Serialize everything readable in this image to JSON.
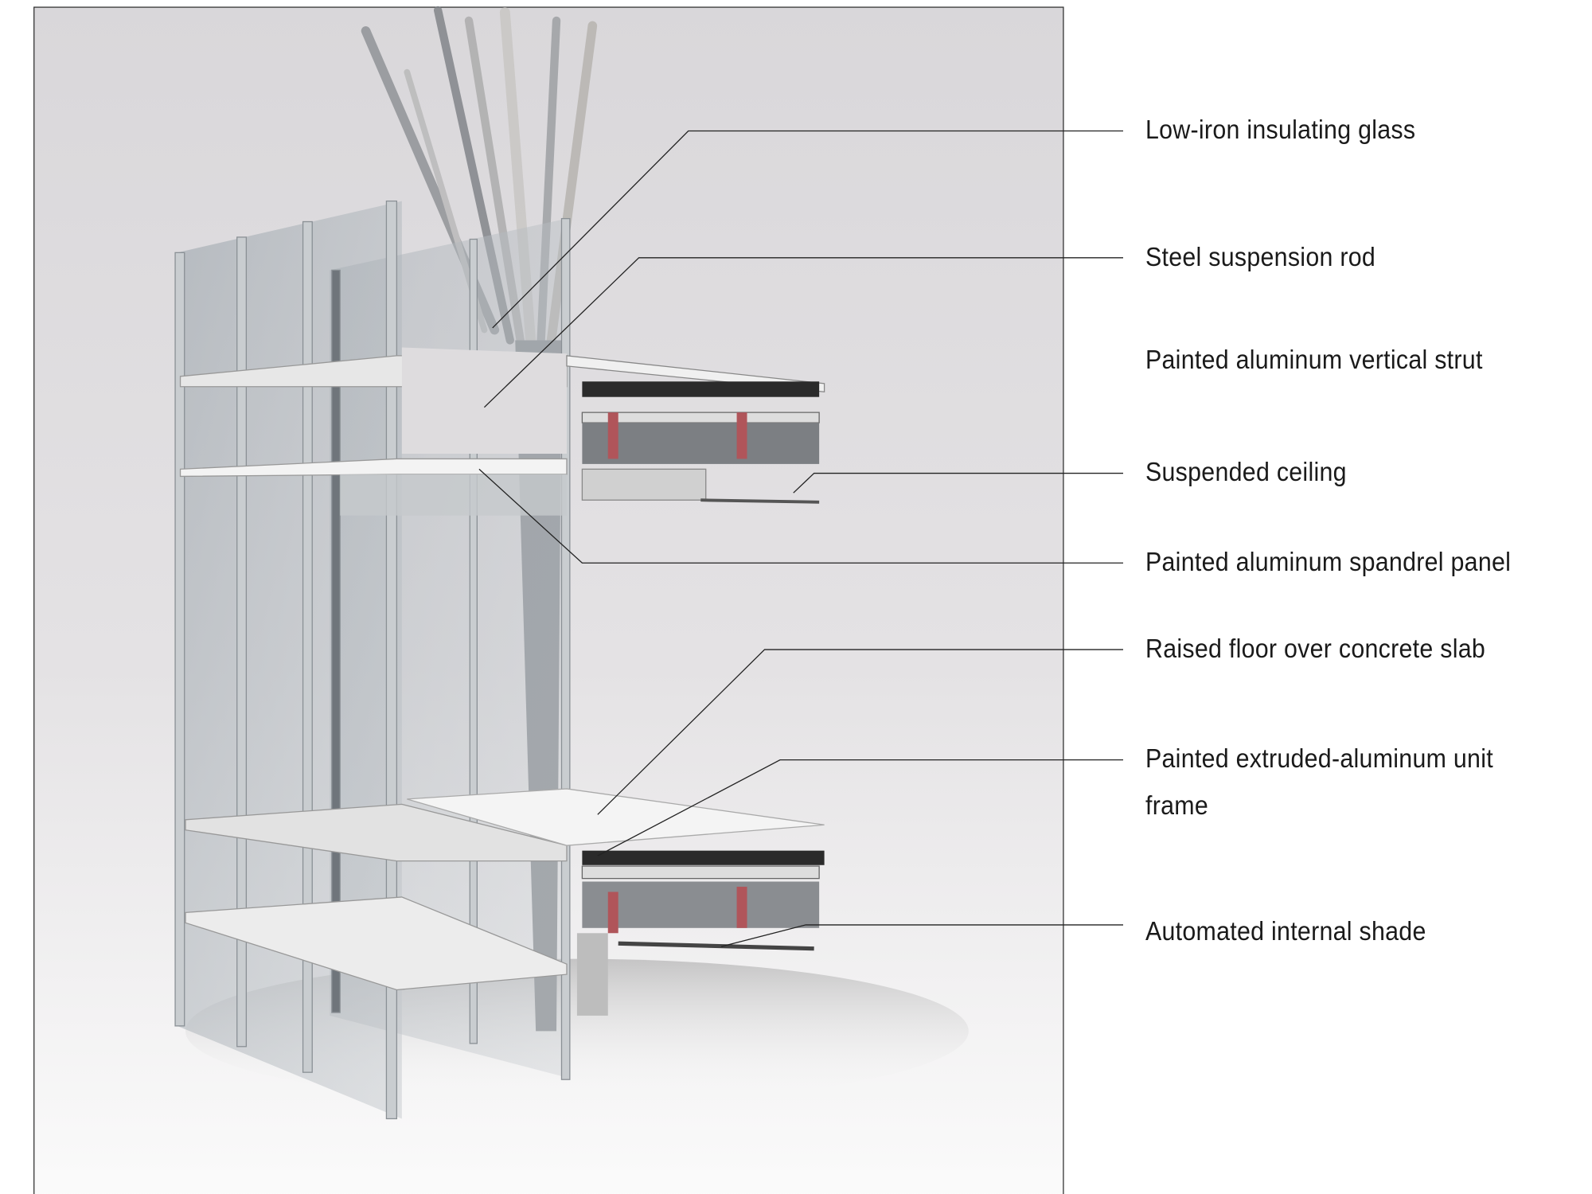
{
  "title": "Curtain wall section diagram",
  "labels": [
    {
      "id": "low-iron-glass",
      "text": "Low-iron insulating glass"
    },
    {
      "id": "suspension-rod",
      "text": "Steel suspension rod"
    },
    {
      "id": "vertical-strut",
      "text": "Painted aluminum vertical strut"
    },
    {
      "id": "suspended-ceiling",
      "text": "Suspended ceiling"
    },
    {
      "id": "spandrel-panel",
      "text": "Painted aluminum spandrel panel"
    },
    {
      "id": "raised-floor",
      "text": "Raised floor over concrete slab"
    },
    {
      "id": "unit-frame",
      "text": "Painted extruded-aluminum unit",
      "text2": "frame"
    },
    {
      "id": "internal-shade",
      "text": "Automated internal shade"
    }
  ],
  "colors": {
    "leader": "#222222",
    "frame": "#333333",
    "glass": "#9aa3ab",
    "slab": "#eeeeee",
    "steel_accent": "#b0555a"
  }
}
